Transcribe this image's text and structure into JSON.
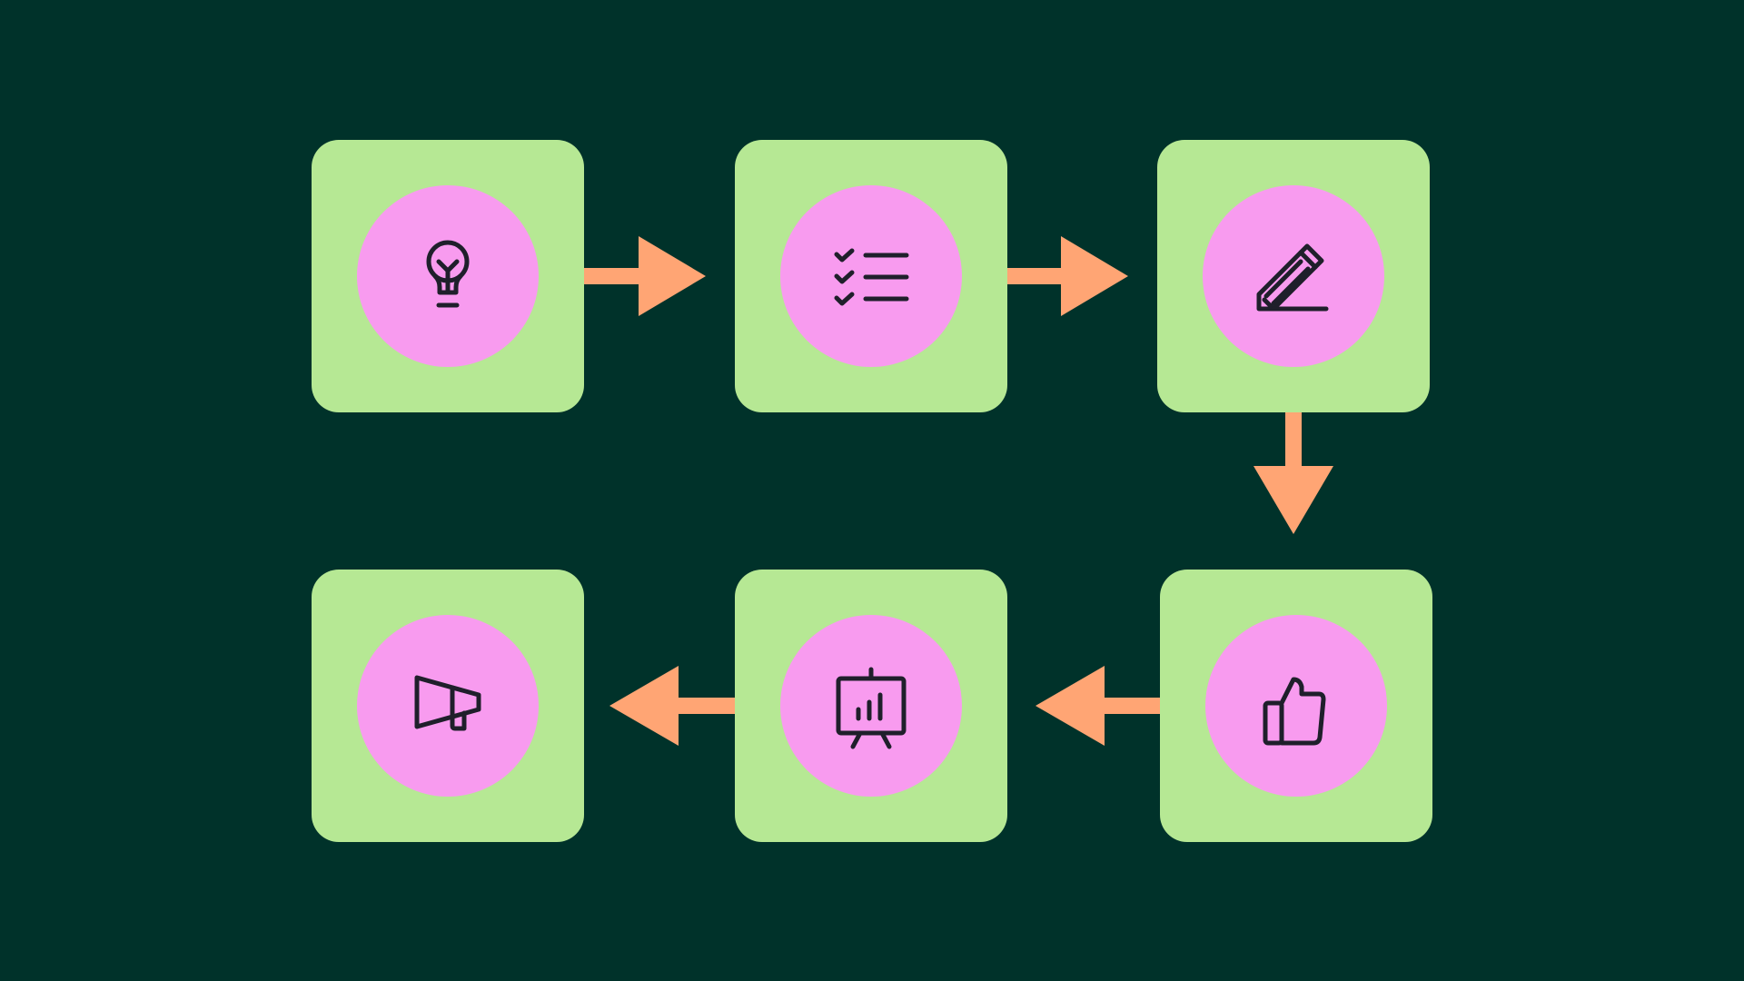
{
  "colors": {
    "background": "#00322A",
    "card": "#B6E894",
    "circle": "#F89BEF",
    "arrow": "#FFA574",
    "icon_stroke": "#1F1F2B"
  },
  "steps": [
    {
      "icon": "lightbulb-icon"
    },
    {
      "icon": "checklist-icon"
    },
    {
      "icon": "pencil-icon"
    },
    {
      "icon": "thumbs-up-icon"
    },
    {
      "icon": "presentation-board-icon"
    },
    {
      "icon": "megaphone-icon"
    }
  ],
  "flow": [
    {
      "from": 0,
      "to": 1
    },
    {
      "from": 1,
      "to": 2
    },
    {
      "from": 2,
      "to": 3
    },
    {
      "from": 3,
      "to": 4
    },
    {
      "from": 4,
      "to": 5
    }
  ]
}
